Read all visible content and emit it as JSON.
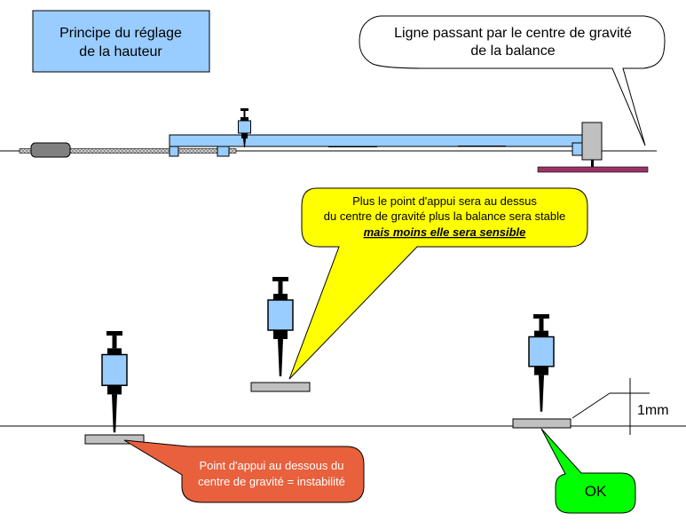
{
  "title_box": {
    "line1": "Principe du réglage",
    "line2": "de la hauteur",
    "fill": "#99CCFF"
  },
  "callout_gravity_line": {
    "line1": "Ligne passant par le centre de gravité",
    "line2": "de la balance"
  },
  "callout_yellow": {
    "line1": "Plus le point d'appui sera au dessus",
    "line2": "du centre de gravité plus la balance sera stable",
    "line3": "mais moins elle sera sensible",
    "fill": "#FFFF00"
  },
  "callout_red": {
    "line1": "Point d'appui au dessous du",
    "line2": "centre de gravité = instabilité",
    "fill": "#E8603C"
  },
  "callout_green": {
    "label": "OK",
    "fill": "#00FF00"
  },
  "dimension": {
    "label": "1mm"
  },
  "colors": {
    "pivot_body": "#99CCFF",
    "beam": "#99CCFF",
    "plate": "#C0C0C0",
    "base_plate": "#993366",
    "counterweight": "#808080"
  }
}
